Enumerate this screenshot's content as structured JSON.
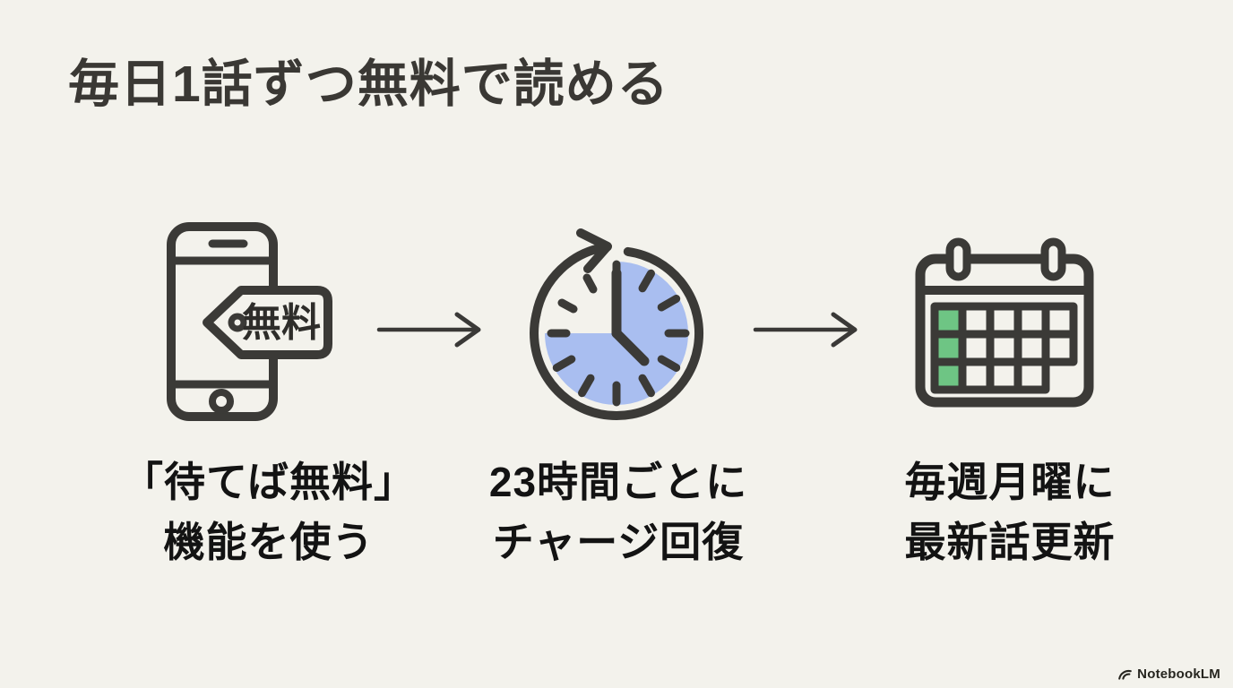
{
  "title": "毎日1話ずつ無料で読める",
  "steps": [
    {
      "icon": "smartphone-free-tag-icon",
      "tag_text": "無料",
      "label_lines": [
        "「待てば無料」",
        "機能を使う"
      ]
    },
    {
      "icon": "clock-recharge-icon",
      "label_lines": [
        "23時間ごとに",
        "チャージ回復"
      ]
    },
    {
      "icon": "calendar-monday-icon",
      "label_lines": [
        "毎週月曜に",
        "最新話更新"
      ]
    }
  ],
  "arrows": [
    "right-arrow",
    "right-arrow"
  ],
  "watermark": {
    "logo": "notebooklm-logo-icon",
    "text": "NotebookLM"
  },
  "colors": {
    "background": "#F3F2EC",
    "icon_stroke": "#3B3A37",
    "title_text": "#3A3834",
    "label_text": "#131313",
    "clock_fill_blue": "#A9BEF0",
    "calendar_green": "#6EC584"
  }
}
